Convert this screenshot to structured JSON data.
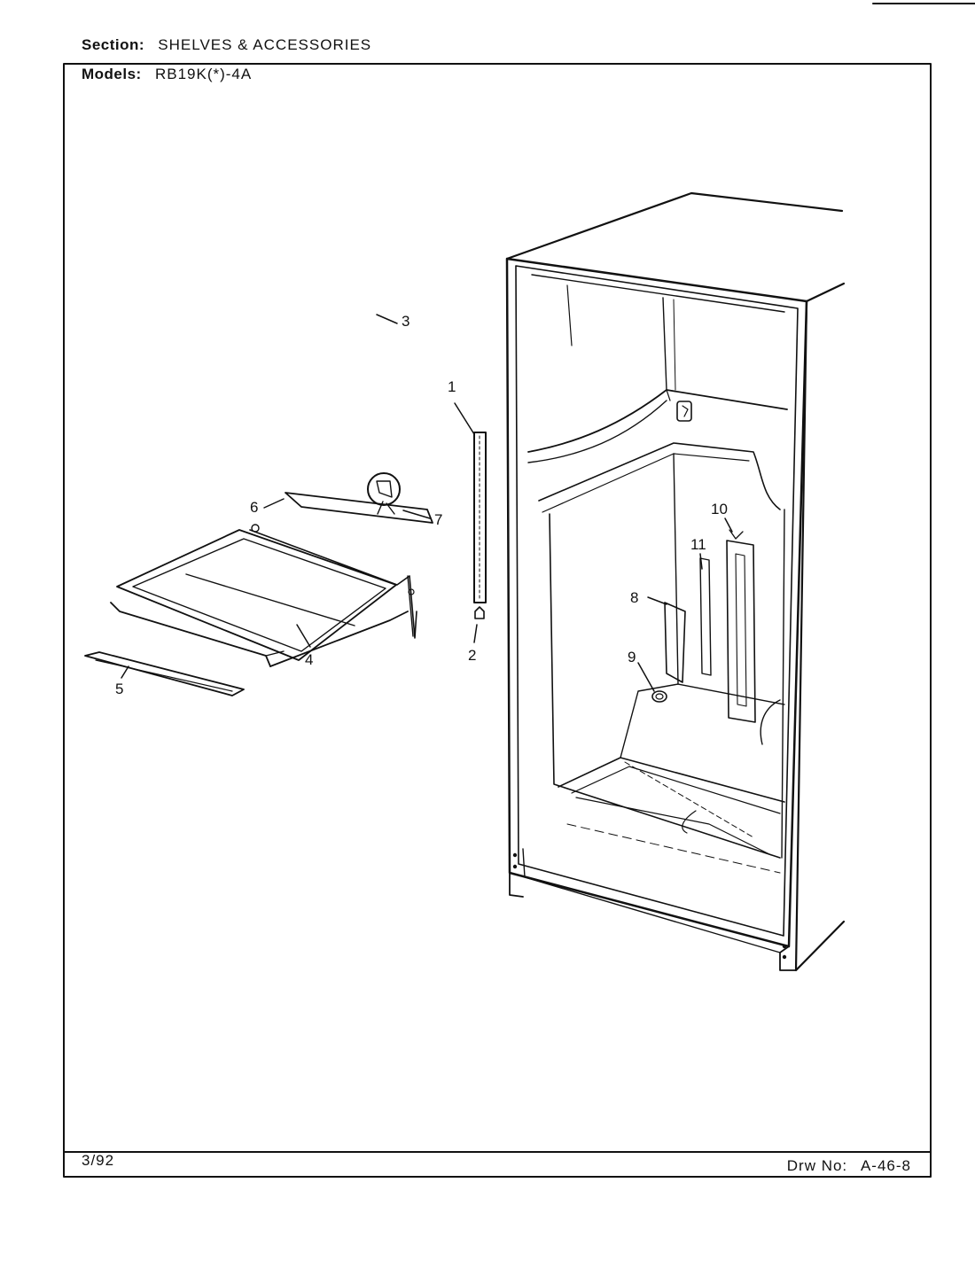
{
  "header": {
    "section_label": "Section:",
    "section_value": "SHELVES & ACCESSORIES",
    "models_label": "Models:",
    "models_value": "RB19K(*)-4A"
  },
  "footer": {
    "date": "3/92",
    "drw_label": "Drw No:",
    "drw_value": "A-46-8"
  },
  "callouts": [
    "1",
    "2",
    "3",
    "4",
    "5",
    "6",
    "7",
    "8",
    "9",
    "10",
    "11"
  ]
}
